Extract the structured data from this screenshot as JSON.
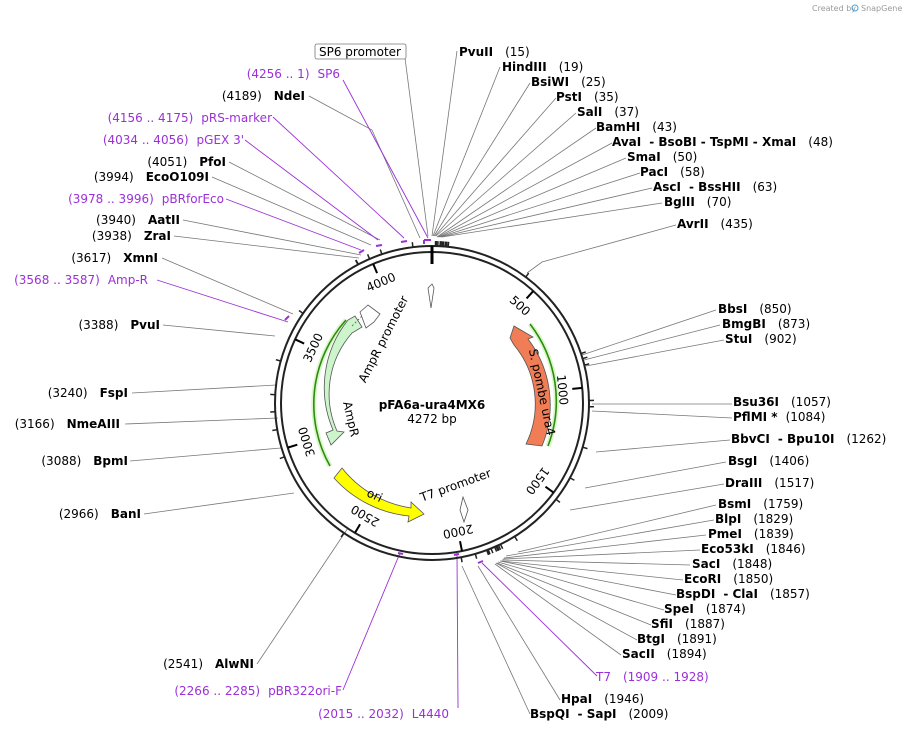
{
  "credit": {
    "created_by": "Created by",
    "brand": "SnapGene"
  },
  "plasmid": {
    "name": "pFA6a-ura4MX6",
    "size": "4272 bp"
  },
  "ruler": [
    "500",
    "1000",
    "1500",
    "2000",
    "2500",
    "3000",
    "3500",
    "4000"
  ],
  "sites_right": [
    {
      "name": "PvuII",
      "pos": "(15)"
    },
    {
      "name": "HindIII",
      "pos": "(19)"
    },
    {
      "name": "BsiWI",
      "pos": "(25)"
    },
    {
      "name": "PstI",
      "pos": "(35)"
    },
    {
      "name": "SalI",
      "pos": "(37)"
    },
    {
      "name": "BamHI",
      "pos": "(43)"
    },
    {
      "name": "AvaI",
      "extra": "- BsoBI - TspMI - XmaI",
      "pos": "(48)"
    },
    {
      "name": "SmaI",
      "pos": "(50)"
    },
    {
      "name": "PacI",
      "pos": "(58)"
    },
    {
      "name": "AscI",
      "extra": "- BssHII",
      "pos": "(63)"
    },
    {
      "name": "BglII",
      "pos": "(70)"
    },
    {
      "name": "AvrII",
      "pos": "(435)"
    },
    {
      "name": "BbsI",
      "pos": "(850)"
    },
    {
      "name": "BmgBI",
      "pos": "(873)"
    },
    {
      "name": "StuI",
      "pos": "(902)"
    },
    {
      "name": "Bsu36I",
      "pos": "(1057)"
    },
    {
      "name": "PflMI *",
      "pos": "(1084)"
    },
    {
      "name": "BbvCI",
      "extra": "- Bpu10I",
      "pos": "(1262)"
    },
    {
      "name": "BsgI",
      "pos": "(1406)"
    },
    {
      "name": "DraIII",
      "pos": "(1517)"
    },
    {
      "name": "BsmI",
      "pos": "(1759)"
    },
    {
      "name": "BlpI",
      "pos": "(1829)"
    },
    {
      "name": "PmeI",
      "pos": "(1839)"
    },
    {
      "name": "Eco53kI",
      "pos": "(1846)"
    },
    {
      "name": "SacI",
      "pos": "(1848)"
    },
    {
      "name": "EcoRI",
      "pos": "(1850)"
    },
    {
      "name": "BspDI",
      "extra": "- ClaI",
      "pos": "(1857)"
    },
    {
      "name": "SpeI",
      "pos": "(1874)"
    },
    {
      "name": "SfiI",
      "pos": "(1887)"
    },
    {
      "name": "BtgI",
      "pos": "(1891)"
    },
    {
      "name": "SacII",
      "pos": "(1894)"
    },
    {
      "name": "HpaI",
      "pos": "(1946)"
    },
    {
      "name": "BspQI",
      "extra": "- SapI",
      "pos": "(2009)"
    }
  ],
  "sites_left": [
    {
      "name": "NdeI",
      "pos": "(4189)"
    },
    {
      "name": "PfoI",
      "pos": "(4051)"
    },
    {
      "name": "EcoO109I",
      "pos": "(3994)"
    },
    {
      "name": "AatII",
      "pos": "(3940)"
    },
    {
      "name": "ZraI",
      "pos": "(3938)"
    },
    {
      "name": "XmnI",
      "pos": "(3617)"
    },
    {
      "name": "PvuI",
      "pos": "(3388)"
    },
    {
      "name": "FspI",
      "pos": "(3240)"
    },
    {
      "name": "NmeAIII",
      "pos": "(3166)"
    },
    {
      "name": "BpmI",
      "pos": "(3088)"
    },
    {
      "name": "BanI",
      "pos": "(2966)"
    },
    {
      "name": "AlwNI",
      "pos": "(2541)"
    }
  ],
  "primers": [
    {
      "name": "SP6",
      "range": "(4256 .. 1)"
    },
    {
      "name": "pRS-marker",
      "range": "(4156 .. 4175)"
    },
    {
      "name": "pGEX 3'",
      "range": "(4034 .. 4056)"
    },
    {
      "name": "pBRforEco",
      "range": "(3978 .. 3996)"
    },
    {
      "name": "Amp-R",
      "range": "(3568 .. 3587)"
    },
    {
      "name": "pBR322ori-F",
      "range": "(2266 .. 2285)"
    },
    {
      "name": "L4440",
      "range": "(2015 .. 2032)"
    },
    {
      "name": "T7",
      "range": "(1909 .. 1928)"
    }
  ],
  "boxed_feature": "SP6 promoter",
  "features": {
    "ura4": "S. pombe ura4",
    "ampr": "AmpR",
    "ampr_promoter": "AmpR promoter",
    "ori": "ori",
    "t7_promoter": "T7 promoter"
  },
  "colors": {
    "ura4": "#f07d55",
    "ampr": "#ccf5cc",
    "ori": "#ffff00",
    "primer": "#9b30d8",
    "orf_arc": "#2e8b0e"
  }
}
